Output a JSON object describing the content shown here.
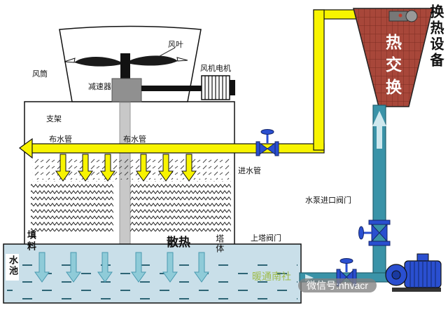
{
  "labels": {
    "fan_blade": "风叶",
    "duct": "风筒",
    "fan_motor": "风机电机",
    "reducer": "减速器",
    "support": "支架",
    "spray_left": "布水管",
    "spray_right": "布水管",
    "inlet_pipe": "进水管",
    "fill": "填料",
    "heat_dissipation": "散热",
    "tower_body": "塔体",
    "pool": "水池",
    "tower_valve": "上塔阀门",
    "pump_inlet_valve": "水泵进口阀门",
    "heat_exchange": "热交换",
    "heat_exchange_equipment": "换热设备"
  },
  "watermark": {
    "brand": "暖通南社",
    "wechat": "微信号:nhvacr"
  },
  "colors": {
    "pipe_yellow": "#f8f400",
    "pipe_teal": "#3a93a8",
    "pool_blue": "#c9dfe9",
    "exchanger_red": "#a8473a",
    "exchanger_grid": "#7c2e22",
    "pump_blue": "#2a4fd0",
    "valve_blue": "#2a4fd0",
    "watermark_green": "#9ab83a"
  }
}
